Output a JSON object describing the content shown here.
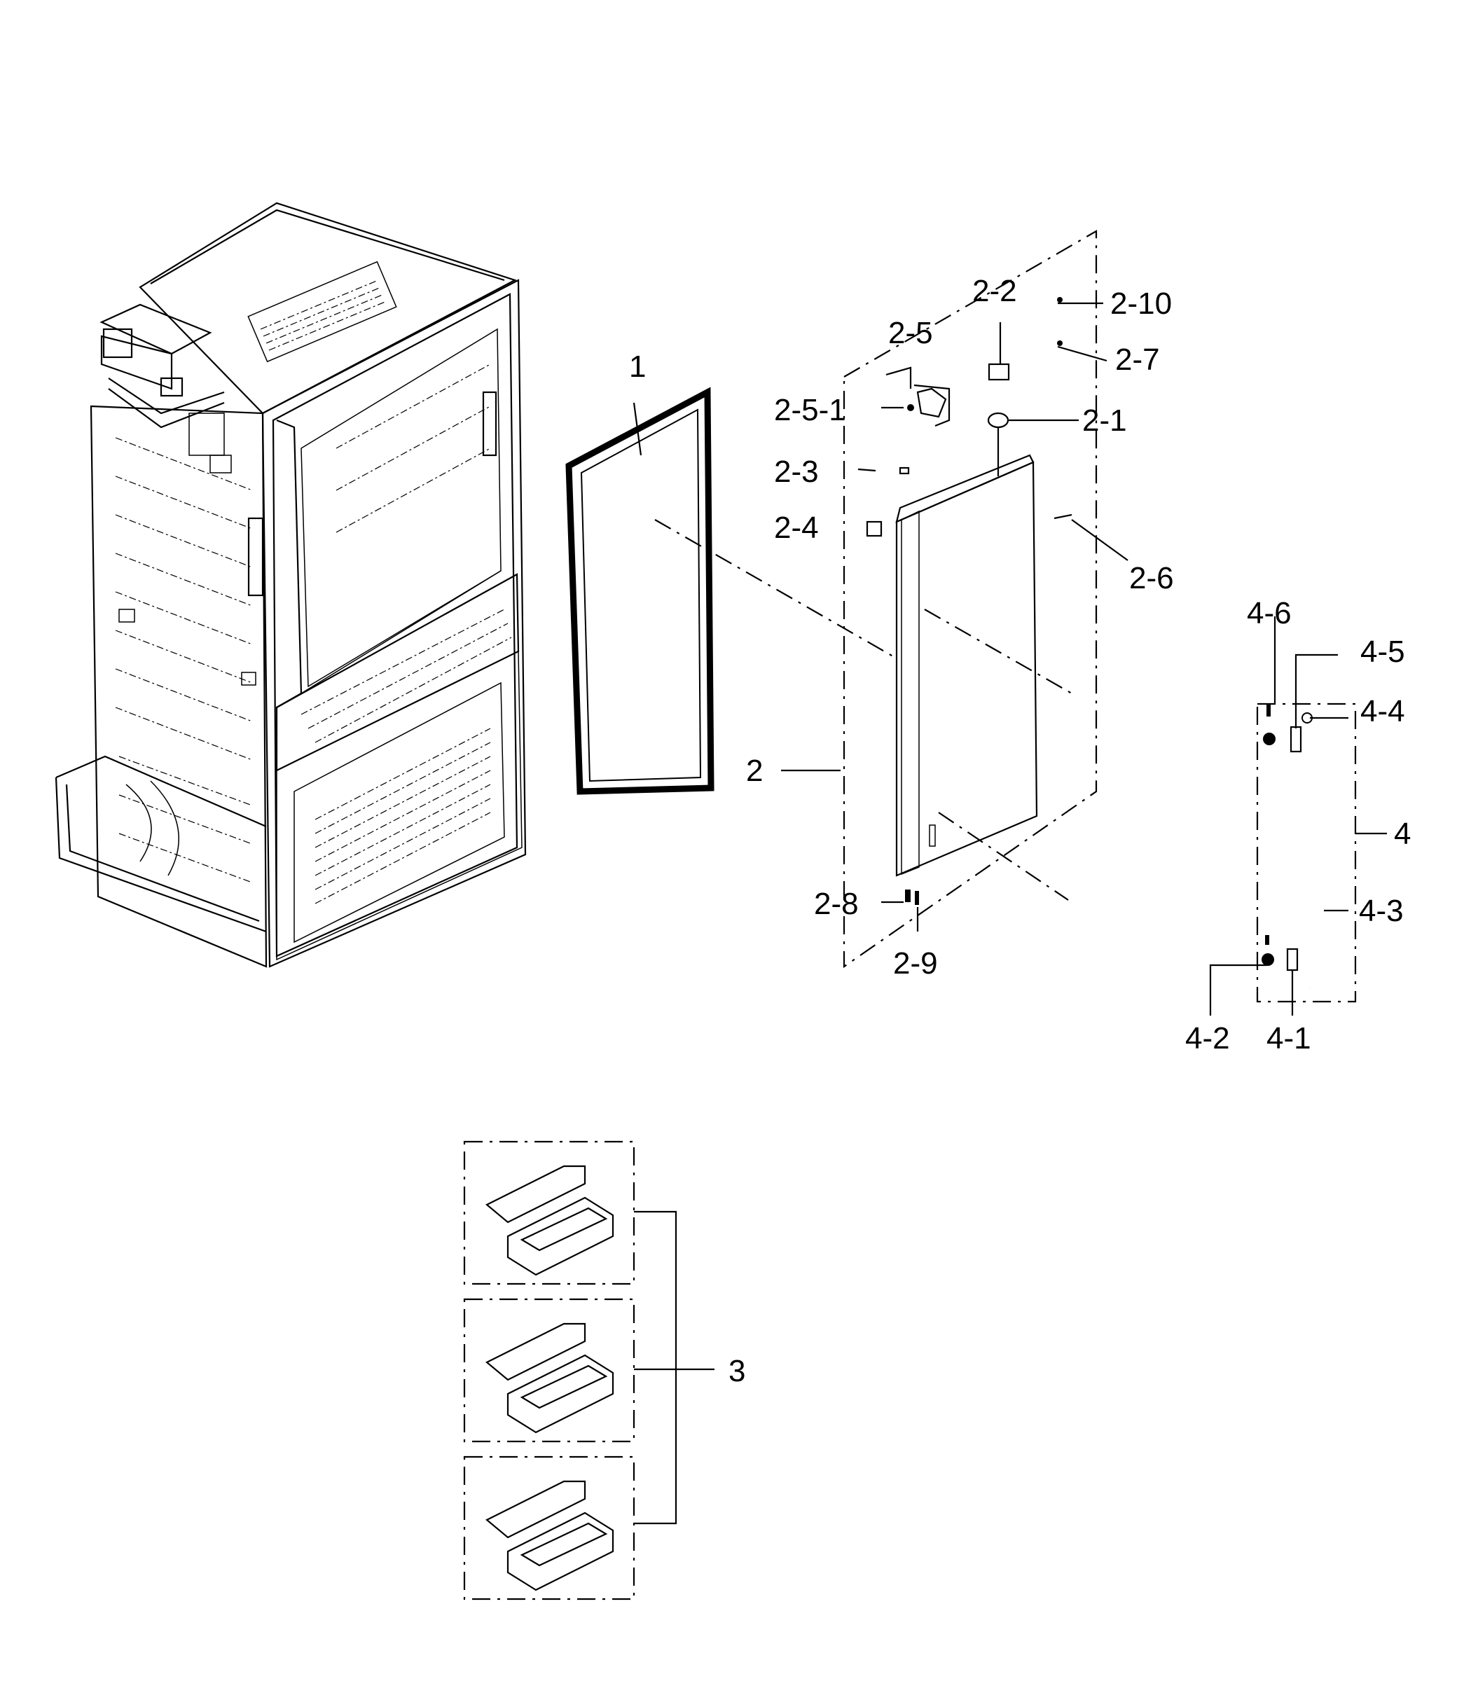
{
  "labels": {
    "l1": "1",
    "l2": "2",
    "l2_1": "2-1",
    "l2_2": "2-2",
    "l2_3": "2-3",
    "l2_4": "2-4",
    "l2_5": "2-5",
    "l2_5_1": "2-5-1",
    "l2_6": "2-6",
    "l2_7": "2-7",
    "l2_8": "2-8",
    "l2_9": "2-9",
    "l2_10": "2-10",
    "l3": "3",
    "l4": "4",
    "l4_1": "4-1",
    "l4_2": "4-2",
    "l4_3": "4-3",
    "l4_4": "4-4",
    "l4_5": "4-5",
    "l4_6": "4-6"
  }
}
